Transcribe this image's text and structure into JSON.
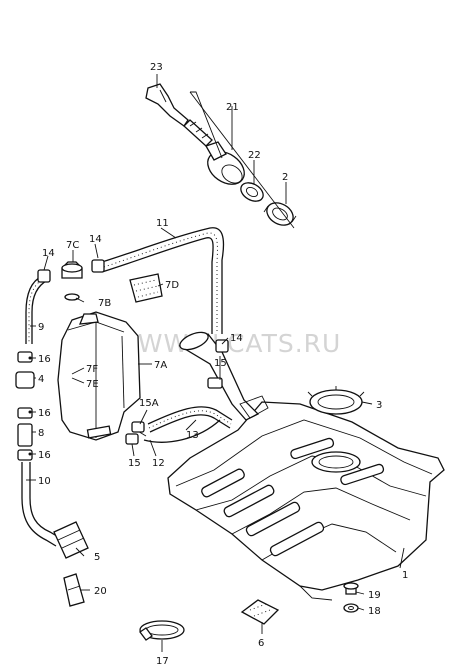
{
  "watermark": "WWW.ELCATS.RU",
  "callouts": {
    "c23": "23",
    "c21": "21",
    "c22": "22",
    "c2": "2",
    "c11": "11",
    "c7C": "7C",
    "c14a": "14",
    "c14b": "14",
    "c14c": "14",
    "c7D": "7D",
    "c7B": "7B",
    "c9": "9",
    "c16a": "16",
    "c16b": "16",
    "c16c": "16",
    "c4": "4",
    "c7F": "7F",
    "c7E": "7E",
    "c7A": "7A",
    "c8": "8",
    "c10": "10",
    "c5": "5",
    "c20": "20",
    "c15": "15",
    "c15A": "15A",
    "c15b": "15",
    "c12": "12",
    "c13": "13",
    "c3": "3",
    "c1": "1",
    "c19": "19",
    "c18": "18",
    "c6": "6",
    "c17": "17"
  }
}
